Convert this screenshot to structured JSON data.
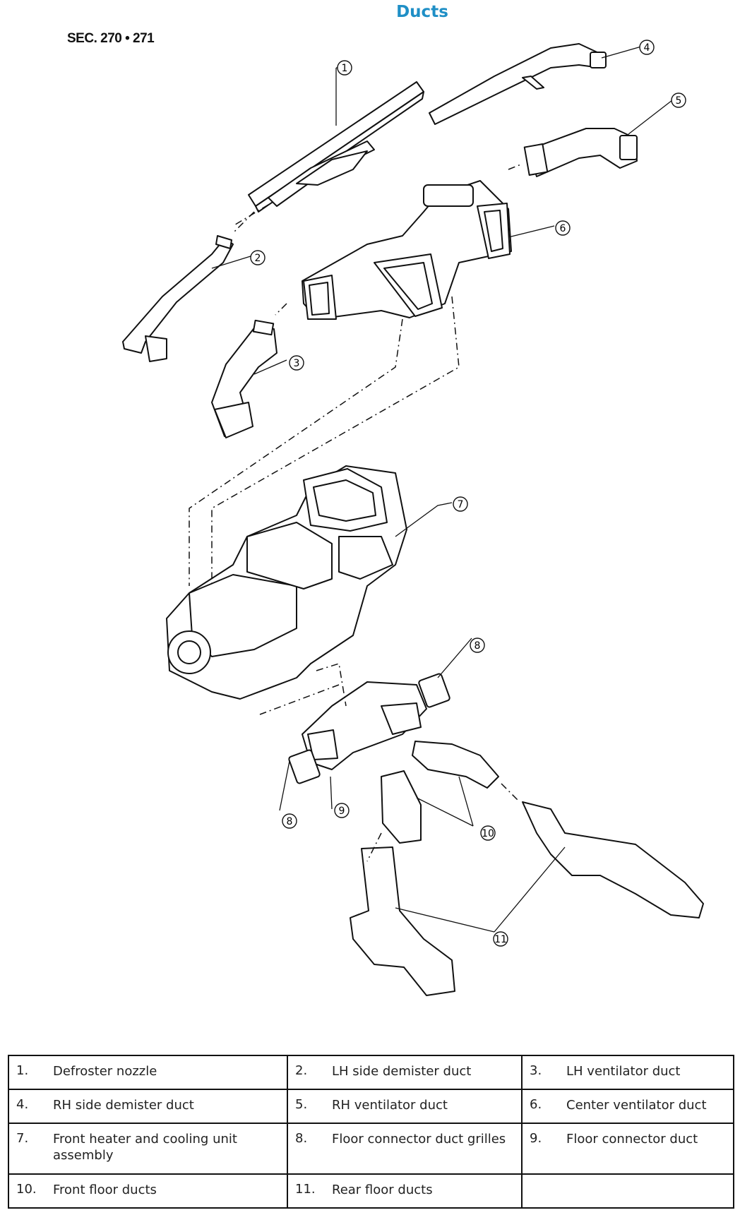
{
  "title": "Ducts",
  "section_code": "SEC. 270 • 271",
  "callouts": [
    "1",
    "2",
    "3",
    "4",
    "5",
    "6",
    "7",
    "8",
    "9",
    "10",
    "11"
  ],
  "legend": [
    [
      {
        "num": "1.",
        "label": "Defroster nozzle"
      },
      {
        "num": "2.",
        "label": "LH side demister duct"
      },
      {
        "num": "3.",
        "label": "LH ventilator duct"
      }
    ],
    [
      {
        "num": "4.",
        "label": "RH side demister duct"
      },
      {
        "num": "5.",
        "label": "RH ventilator duct"
      },
      {
        "num": "6.",
        "label": "Center ventilator duct"
      }
    ],
    [
      {
        "num": "7.",
        "label": "Front heater and cooling unit assembly"
      },
      {
        "num": "8.",
        "label": "Floor connector duct grilles"
      },
      {
        "num": "9.",
        "label": "Floor connector duct"
      }
    ],
    [
      {
        "num": "10.",
        "label": "Front floor ducts"
      },
      {
        "num": "11.",
        "label": "Rear floor ducts"
      },
      {
        "num": "",
        "label": ""
      }
    ]
  ]
}
